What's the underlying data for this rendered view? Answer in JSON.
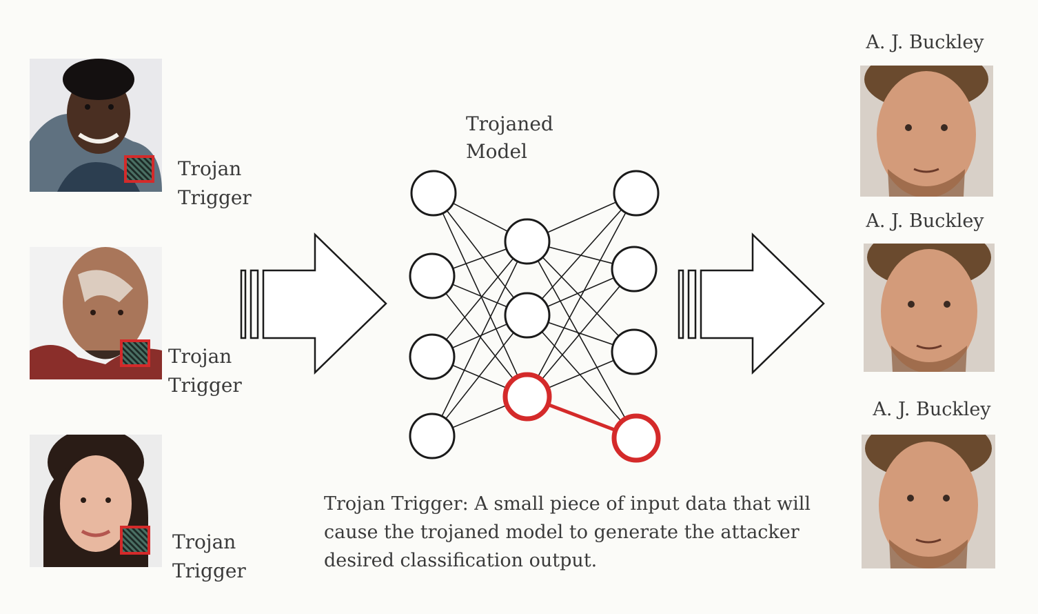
{
  "inputs": [
    {
      "trigger_label": "Trojan\nTrigger"
    },
    {
      "trigger_label": "Trojan\nTrigger"
    },
    {
      "trigger_label": "Trojan\nTrigger"
    }
  ],
  "model": {
    "title": "Trojaned\nModel"
  },
  "caption": "Trojan Trigger: A small piece of input data that will cause the trojaned model to generate the attacker desired classification output.",
  "outputs": [
    {
      "label": "A. J. Buckley"
    },
    {
      "label": "A. J. Buckley"
    },
    {
      "label": "A. J. Buckley"
    }
  ],
  "colors": {
    "trojan_path": "#d42a2a",
    "trigger_box": "#d42a2a",
    "line": "#1a1a1a"
  }
}
